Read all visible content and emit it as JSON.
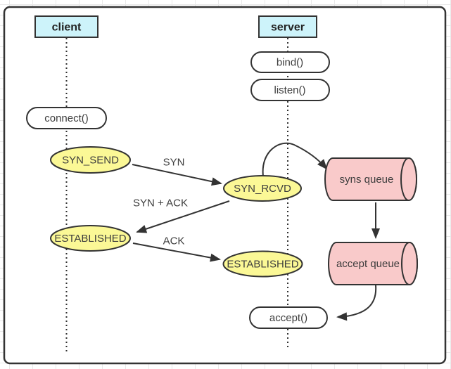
{
  "actors": {
    "client": "client",
    "server": "server"
  },
  "calls": {
    "connect": "connect()",
    "bind": "bind()",
    "listen": "listen()",
    "accept": "accept()"
  },
  "states": {
    "syn_send": "SYN_SEND",
    "syn_rcvd": "SYN_RCVD",
    "established_client": "ESTABLISHED",
    "established_server": "ESTABLISHED"
  },
  "queues": {
    "syns": "syns queue",
    "accept": "accept queue"
  },
  "messages": {
    "syn": "SYN",
    "syn_ack": "SYN + ACK",
    "ack": "ACK"
  },
  "colors": {
    "actor_fill": "#cdf3fa",
    "state_fill": "#fbf896",
    "queue_fill": "#f9caca",
    "call_fill": "#ffffff",
    "stroke": "#333333",
    "text": "#3d3d3d",
    "grid_line": "#e9e9e9",
    "frame_fill": "#ffffff"
  }
}
